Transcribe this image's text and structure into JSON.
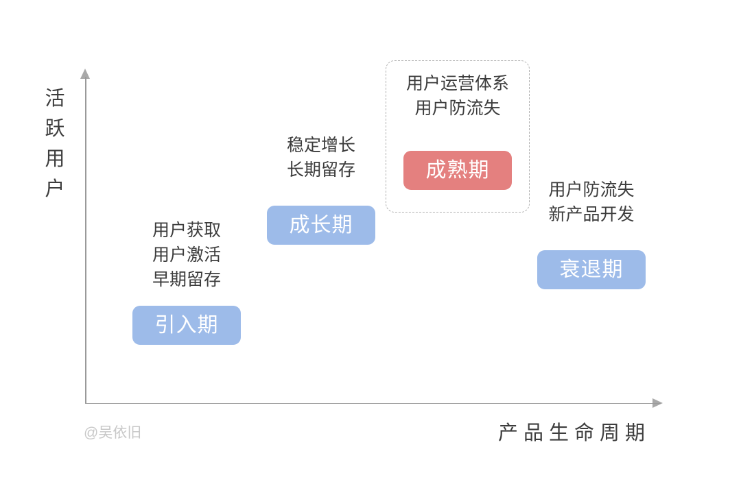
{
  "diagram": {
    "y_axis_title": "活\n跃\n用\n户",
    "x_axis_title": "产品生命周期",
    "watermark": "@吴依旧"
  },
  "stages": [
    {
      "key": "introduction",
      "notes": "用户获取\n用户激活\n早期留存",
      "badge_label": "引入期",
      "badge_color": "#9dbbe9",
      "highlighted": false
    },
    {
      "key": "growth",
      "notes": "稳定增长\n长期留存",
      "badge_label": "成长期",
      "badge_color": "#9dbbe9",
      "highlighted": false
    },
    {
      "key": "maturity",
      "notes": "用户运营体系\n用户防流失",
      "badge_label": "成熟期",
      "badge_color": "#e4807f",
      "highlighted": true
    },
    {
      "key": "decline",
      "notes": "用户防流失\n新产品开发",
      "badge_label": "衰退期",
      "badge_color": "#9dbbe9",
      "highlighted": false
    }
  ],
  "colors": {
    "axis": "#9a9a9a",
    "text": "#3c3c3c",
    "badge_blue": "#9dbbe9",
    "badge_red": "#e4807f",
    "highlight_border": "#b0b0b0",
    "watermark": "#c8c8c8",
    "background": "#ffffff"
  }
}
